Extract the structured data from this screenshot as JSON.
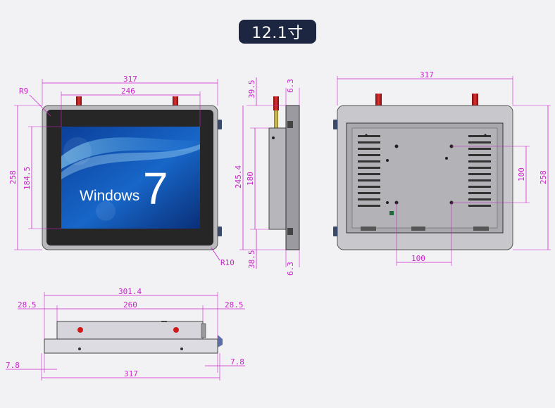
{
  "title": "12.1寸",
  "screen": {
    "brand_text": "Windows",
    "version_numeral": "7"
  },
  "front_view": {
    "width": "317",
    "inner_width": "246",
    "height": "258",
    "inner_height": "184.5",
    "top_radius": "R9",
    "bottom_radius": "R10"
  },
  "side_view": {
    "top_offset": "39.5",
    "depth_top": "6.3",
    "total_height": "245.4",
    "body_height": "180",
    "bottom_offset": "38.5",
    "depth_bottom": "6.3"
  },
  "back_view": {
    "width": "317",
    "height": "258",
    "hole_vertical": "100",
    "hole_horizontal": "100"
  },
  "top_view": {
    "overall_width": "301.4",
    "inner_width": "260",
    "left_margin": "28.5",
    "right_margin": "28.5",
    "left_bezel": "7.8",
    "right_bezel": "7.8",
    "total_width": "317"
  },
  "colors": {
    "dimension": "#cc22cc",
    "title_bg": "#1c2640",
    "bezel": "#2a2a2a",
    "chassis": "#b6b6ba"
  }
}
